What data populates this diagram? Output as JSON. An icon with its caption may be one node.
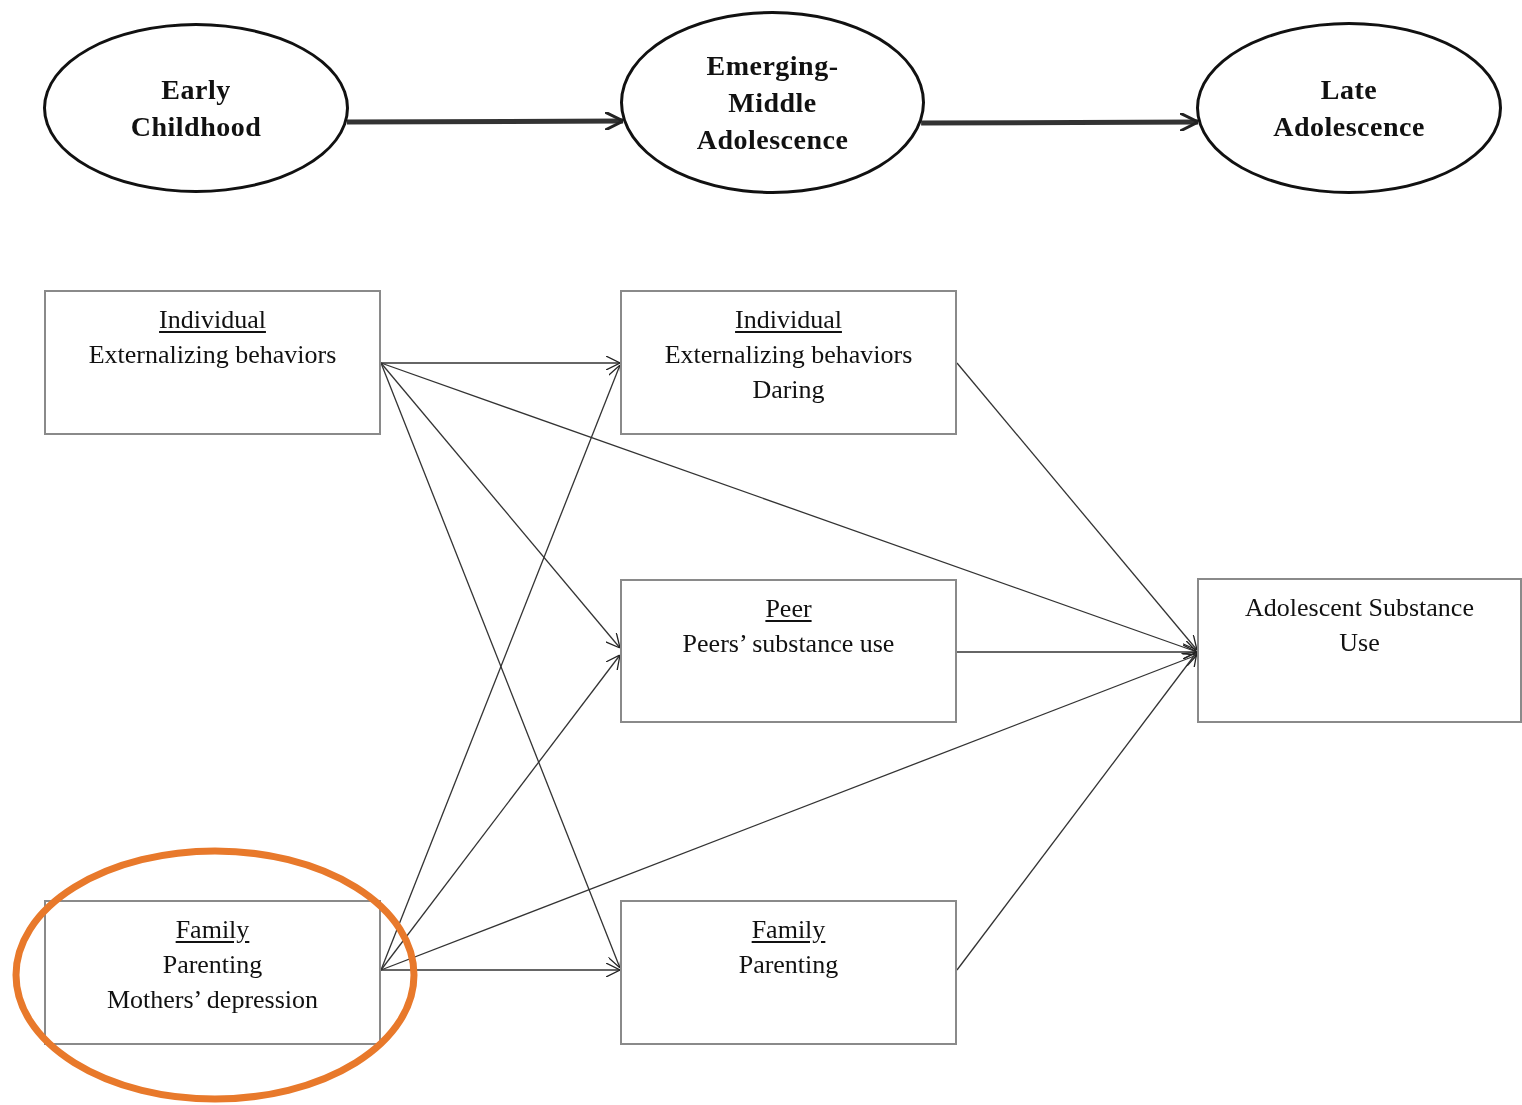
{
  "diagram": {
    "nodes": [
      {
        "text": [
          "Early Childhood"
        ]
      },
      {
        "text": [
          "Emerging-Middle Adolescence"
        ]
      },
      {
        "text": [
          "Late Adolescence"
        ]
      },
      {
        "text": [
          "Individual",
          "Externalizing behaviors"
        ]
      },
      {
        "text": [
          "Individual",
          "Externalizing behaviors Daring"
        ]
      },
      {
        "text": [
          "Peer",
          "Peers’ substance use"
        ]
      },
      {
        "text": [
          "Adolescent Substance Use"
        ]
      },
      {
        "text": [
          "Family",
          "Parenting",
          "Mothers’ depression"
        ]
      },
      {
        "text": [
          "Family",
          "Parenting"
        ]
      }
    ],
    "edges": [
      {
        "from": 0,
        "to": 1,
        "arrow": "to",
        "style": "thick"
      },
      {
        "from": 1,
        "to": 2,
        "arrow": "to",
        "style": "thick"
      },
      {
        "from": 3,
        "to": 4,
        "arrow": "to"
      },
      {
        "from": 3,
        "to": 6,
        "arrow": "to"
      },
      {
        "from": 3,
        "to": 5,
        "arrow": "to"
      },
      {
        "from": 3,
        "to": 8,
        "arrow": "to"
      },
      {
        "from": 7,
        "to": 4,
        "arrow": "to"
      },
      {
        "from": 7,
        "to": 5,
        "arrow": "to"
      },
      {
        "from": 7,
        "to": 6,
        "arrow": "to"
      },
      {
        "from": 7,
        "to": 8,
        "arrow": "to"
      },
      {
        "from": 4,
        "to": 6,
        "arrow": "to"
      },
      {
        "from": 5,
        "to": 6,
        "arrow": "to"
      },
      {
        "from": 8,
        "to": 6,
        "arrow": "to"
      }
    ]
  }
}
